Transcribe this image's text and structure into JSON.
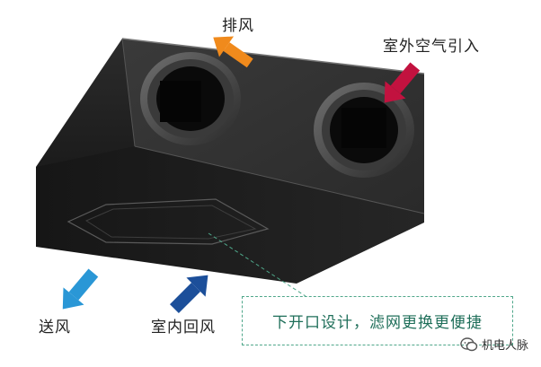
{
  "labels": {
    "exhaust": "排风",
    "outdoor_intake": "室外空气引入",
    "supply": "送风",
    "indoor_return": "室内回风",
    "callout": "下开口设计，滤网更换更便捷"
  },
  "watermark": {
    "text": "机电人脉",
    "icon": "wechat-icon"
  },
  "colors": {
    "exhaust_arrow": "#f08a1c",
    "outdoor_intake_arrow": "#c2123f",
    "supply_arrow": "#2a97d6",
    "indoor_return_arrow": "#1c4f9a",
    "callout_border": "#4fa78a",
    "unit_body": "#1a1a1a"
  }
}
